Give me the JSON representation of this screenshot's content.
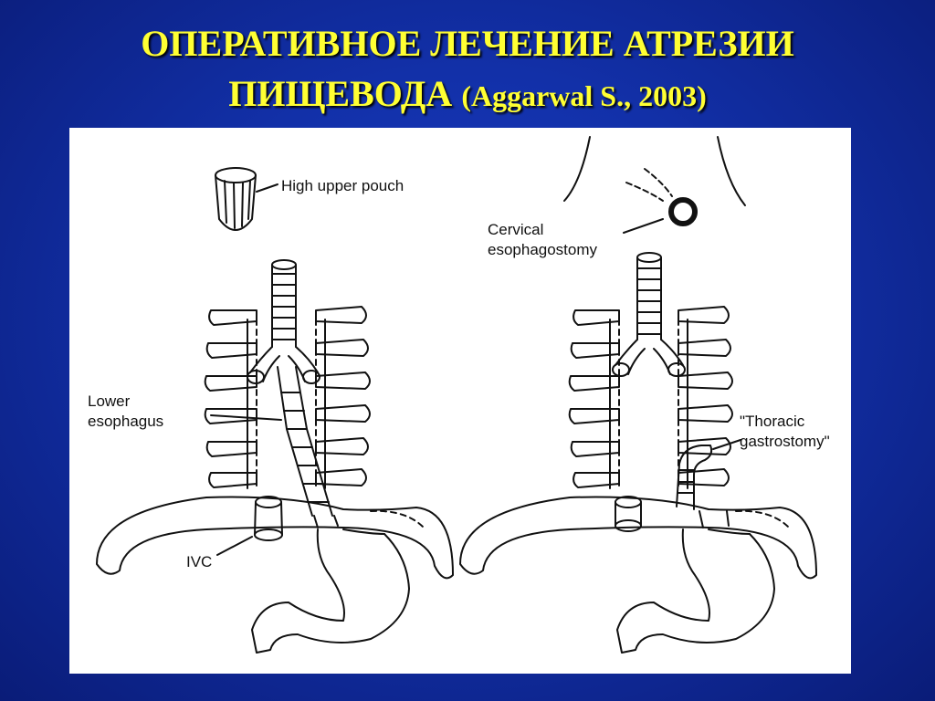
{
  "title": {
    "line1": "ОПЕРАТИВНОЕ ЛЕЧЕНИЕ АТРЕЗИИ",
    "line2_main": "ПИЩЕВОДА",
    "line2_cite": "(Aggarwal S., 2003)"
  },
  "labels": {
    "high_upper_pouch": "High upper pouch",
    "lower_esophagus_1": "Lower",
    "lower_esophagus_2": "esophagus",
    "ivc": "IVC",
    "cervical_1": "Cervical",
    "cervical_2": "esophagostomy",
    "thoracic_1": "\"Thoracic",
    "thoracic_2": "gastrostomy\""
  },
  "colors": {
    "background": "#1230a8",
    "title": "#ffff33",
    "figure_bg": "#ffffff",
    "ink": "#111111"
  }
}
